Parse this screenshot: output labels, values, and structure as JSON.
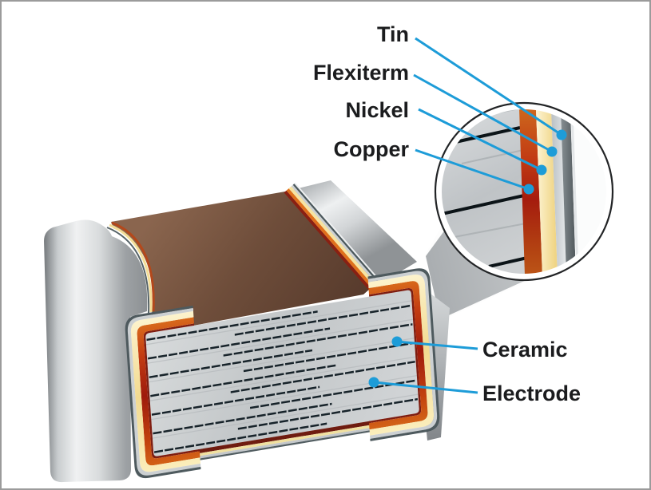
{
  "labels": {
    "tin": "Tin",
    "flexiterm": "Flexiterm",
    "nickel": "Nickel",
    "copper": "Copper",
    "ceramic": "Ceramic",
    "electrode": "Electrode"
  },
  "colors": {
    "leader_blue": "#1d9cd8",
    "label_text": "#1b1c1e",
    "copper_layer": "#a81b0e",
    "copper_orange": "#d8681c",
    "flexiterm_cream": "#f6e4a4",
    "nickel_silver": "#c9cdd0",
    "tin_gray": "#636b70",
    "ceramic_body_brown": "#6e4c39",
    "ceramic_stack_gray": "#ccd0d2",
    "electrode_line": "#15232b",
    "termination_silver": "#c6c9cb",
    "frame_border": "#9b9b9b"
  }
}
